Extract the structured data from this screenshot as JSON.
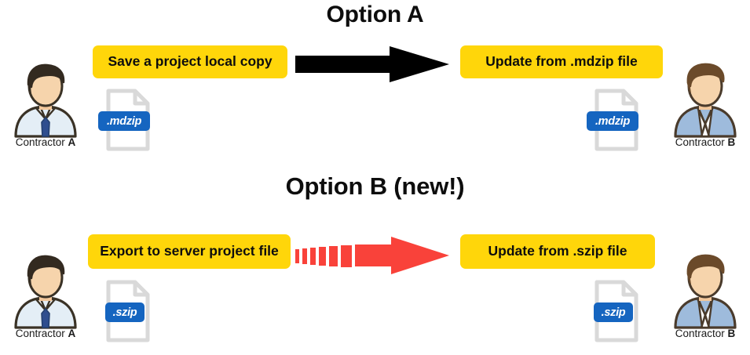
{
  "diagram": {
    "title_a": "Option A",
    "title_b": "Option B (new!)",
    "sections": [
      {
        "id": "option-a",
        "title": "Option A",
        "left_action": "Save a project local copy",
        "right_action": "Update from .mdzip file",
        "file_extension": ".mdzip",
        "arrow_style": "solid",
        "arrow_color": "#000000",
        "left_person": "Contractor",
        "left_person_id": "A",
        "right_person": "Contractor",
        "right_person_id": "B"
      },
      {
        "id": "option-b",
        "title": "Option B (new!)",
        "left_action": "Export to server project file",
        "right_action": "Update from .szip file",
        "file_extension": ".szip",
        "arrow_style": "dashed",
        "arrow_color": "#F9423A",
        "left_person": "Contractor",
        "left_person_id": "A",
        "right_person": "Contractor",
        "right_person_id": "B"
      }
    ],
    "people": {
      "contractor_a_label": "Contractor",
      "contractor_a_id": "A",
      "contractor_b_label": "Contractor",
      "contractor_b_id": "B"
    },
    "icons": {
      "file_icon": "file-document-icon",
      "avatar_a": "person-with-tie-avatar-icon",
      "avatar_b": "person-blue-jacket-avatar-icon",
      "arrow_solid": "arrow-right-solid-icon",
      "arrow_dashed": "arrow-right-dashed-icon"
    },
    "colors": {
      "action_box": "#FFD60A",
      "badge": "#1565C0",
      "arrow_a": "#000000",
      "arrow_b": "#F9423A",
      "file_outline": "#D9D9D9",
      "text": "#0d0d0d"
    }
  }
}
